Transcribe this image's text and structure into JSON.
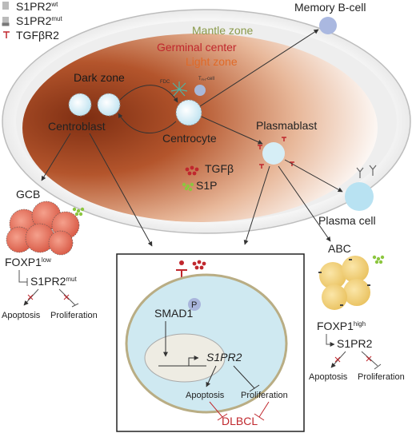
{
  "legend": {
    "s1pr2_wt": {
      "base": "S1PR2",
      "sup": "wt"
    },
    "s1pr2_mut": {
      "base": "S1PR2",
      "sup": "mut"
    },
    "tgfbr2": "TGFβR2"
  },
  "zones": {
    "mantle": "Mantle zone",
    "germinal_center": "Germinal center",
    "light": "Light zone",
    "dark": "Dark zone"
  },
  "cells": {
    "memory_b": "Memory B-cell",
    "centroblast": "Centroblast",
    "centrocyte": "Centrocyte",
    "plasmablast": "Plasmablast",
    "plasma_cell": "Plasma cell",
    "fdc": "FDC",
    "tfh": {
      "base": "T",
      "sub": "FH",
      "rest": "-cell"
    },
    "gcb": "GCB",
    "abc": "ABC"
  },
  "factors": {
    "s1p": "S1P",
    "tgfb": "TGFβ"
  },
  "gcb_panel": {
    "foxp1": {
      "base": "FOXP1",
      "sup": "low"
    },
    "s1pr2": {
      "base": "S1PR2",
      "sup": "mut"
    },
    "apoptosis": "Apoptosis",
    "proliferation": "Proliferation"
  },
  "abc_panel": {
    "foxp1": {
      "base": "FOXP1",
      "sup": "high"
    },
    "s1pr2": "S1PR2",
    "apoptosis": "Apoptosis",
    "proliferation": "Proliferation"
  },
  "center_panel": {
    "smad1": "SMAD1",
    "p": "P",
    "s1pr2_gene": "S1PR2",
    "apoptosis": "Apoptosis",
    "proliferation": "Proliferation",
    "dlbcl": "DLBCL"
  },
  "colors": {
    "dark_zone": "#8b3a1c",
    "germinal_red": "#c0272d",
    "light_zone_orange": "#e06a28",
    "mantle_olive": "#8a9a4a",
    "cell_light_blue": "#cfe9f3",
    "gcb_cell": "#e2705c",
    "abc_cell": "#f3d27a",
    "s1p_green": "#8cc63f"
  }
}
